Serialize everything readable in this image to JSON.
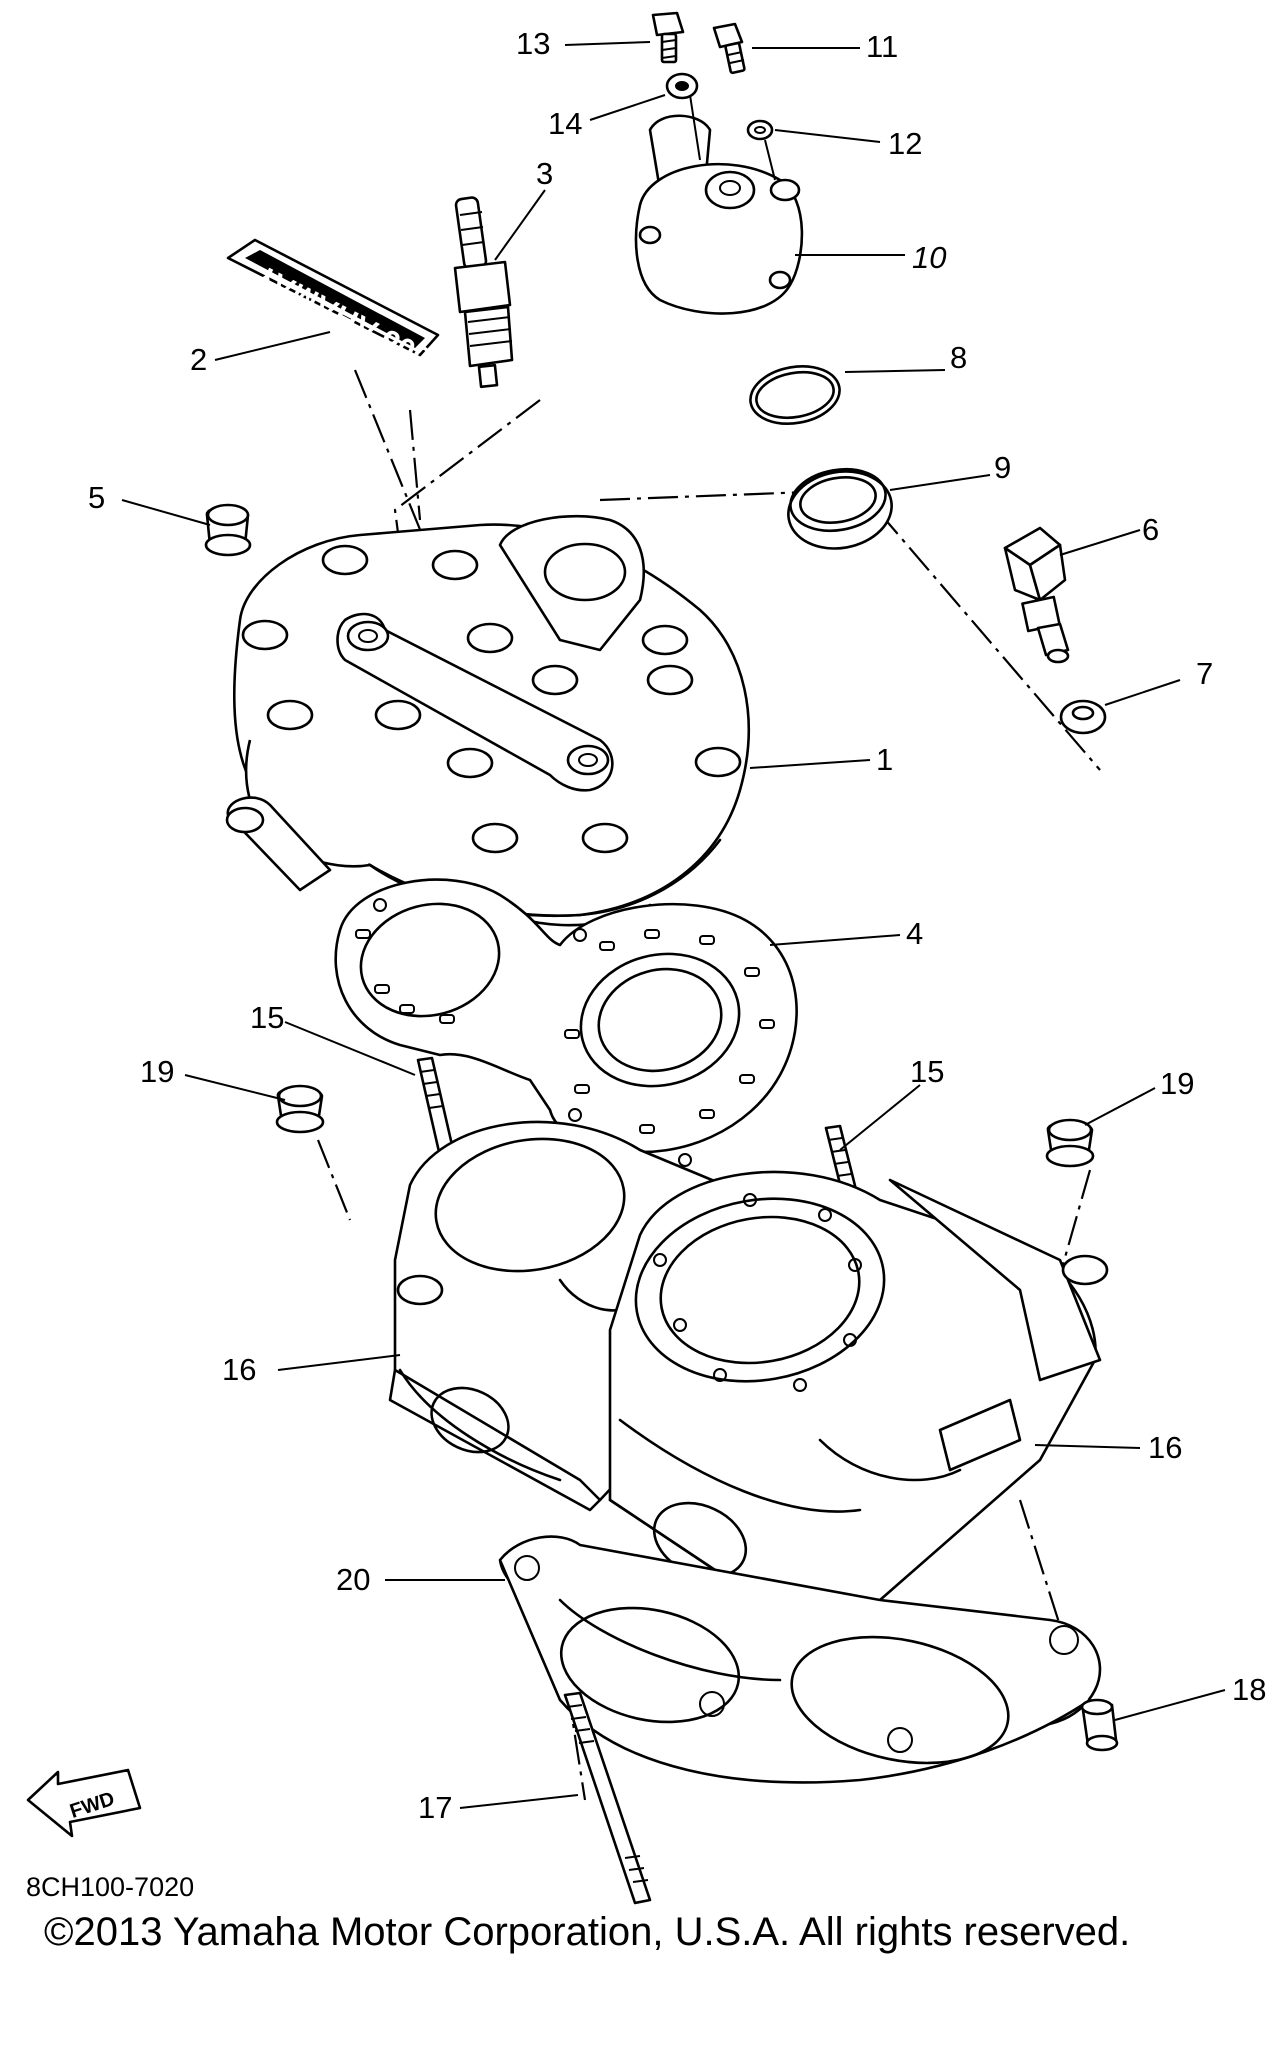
{
  "diagram": {
    "decal_text": "YAMAHA 600",
    "fwd_label": "FWD",
    "callouts": {
      "c1": "1",
      "c2": "2",
      "c3": "3",
      "c4": "4",
      "c5": "5",
      "c6": "6",
      "c7": "7",
      "c8": "8",
      "c9": "9",
      "c10": "10",
      "c11": "11",
      "c12": "12",
      "c13": "13",
      "c14": "14",
      "c15a": "15",
      "c15b": "15",
      "c16a": "16",
      "c16b": "16",
      "c17": "17",
      "c18": "18",
      "c19a": "19",
      "c19b": "19",
      "c20": "20"
    }
  },
  "footer": {
    "code": "8CH100-7020",
    "copyright": "©2013 Yamaha Motor Corporation, U.S.A. All rights reserved."
  }
}
